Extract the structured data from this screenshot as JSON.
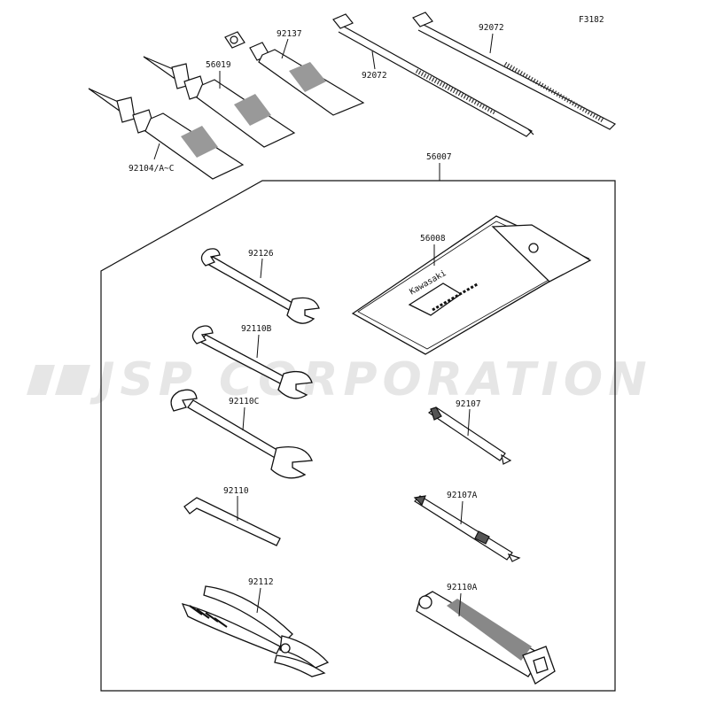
{
  "figure_code": "F3182",
  "watermark": "JSP CORPORATION",
  "group_label": "56007",
  "parts": {
    "tie_left": "92072",
    "tie_right": "92072",
    "tube_top": "92137",
    "tube_mid": "56019",
    "tube_bottom": "92104/A~C",
    "pouch": "56008",
    "brand": "Kawasaki",
    "wrench_small": "92126",
    "wrench_mid": "92110B",
    "wrench_large": "92110C",
    "screwdriver": "92107",
    "screwdriver_b": "92107A",
    "hex_key": "92110",
    "pliers": "92112",
    "box_spanner": "92110A"
  }
}
